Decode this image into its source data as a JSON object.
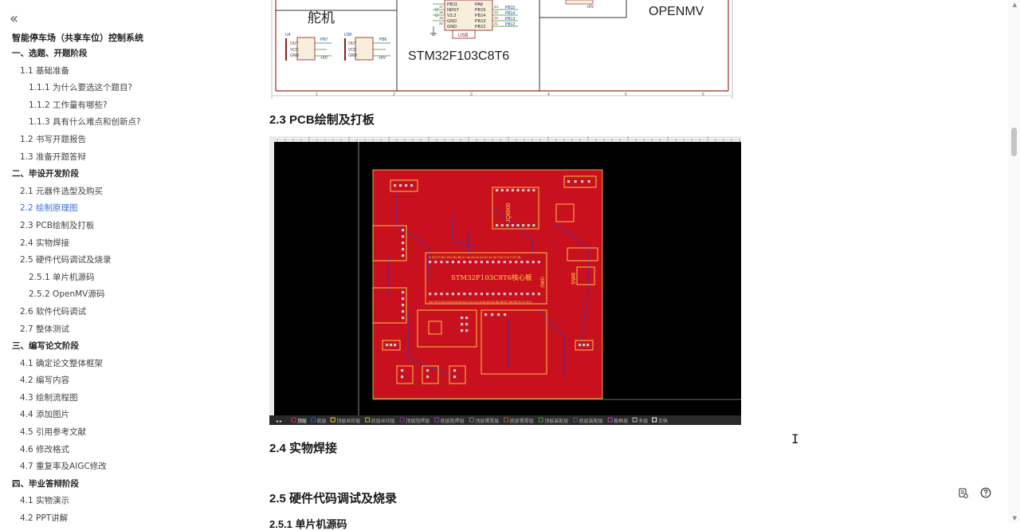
{
  "sidebar": {
    "collapse_icon": "«",
    "title": "智能停车场（共享车位）控制系统",
    "items": [
      {
        "label": "一、选题、开题阶段",
        "level": 1
      },
      {
        "label": "1.1 基础准备",
        "level": 2
      },
      {
        "label": "1.1.1 为什么要选这个题目?",
        "level": 3
      },
      {
        "label": "1.1.2 工作量有哪些?",
        "level": 3
      },
      {
        "label": "1.1.3 具有什么难点和创新点?",
        "level": 3
      },
      {
        "label": "1.2 书写开题报告",
        "level": 2
      },
      {
        "label": "1.3 准备开题答辩",
        "level": 2
      },
      {
        "label": "二、毕设开发阶段",
        "level": 1
      },
      {
        "label": "2.1 元器件选型及购买",
        "level": 2
      },
      {
        "label": "2.2 绘制原理图",
        "level": 2,
        "active": true
      },
      {
        "label": "2.3 PCB绘制及打板",
        "level": 2
      },
      {
        "label": "2.4 实物焊接",
        "level": 2
      },
      {
        "label": "2.5 硬件代码调试及烧录",
        "level": 2
      },
      {
        "label": "2.5.1 单片机源码",
        "level": 3
      },
      {
        "label": "2.5.2 OpenMV源码",
        "level": 3
      },
      {
        "label": "2.6 软件代码调试",
        "level": 2
      },
      {
        "label": "2.7 整体测试",
        "level": 2
      },
      {
        "label": "三、编写论文阶段",
        "level": 1
      },
      {
        "label": "4.1 确定论文整体框架",
        "level": 2
      },
      {
        "label": "4.2 编写内容",
        "level": 2
      },
      {
        "label": "4.3 绘制流程图",
        "level": 2
      },
      {
        "label": "4.4 添加图片",
        "level": 2
      },
      {
        "label": "4.5 引用参考文献",
        "level": 2
      },
      {
        "label": "4.6 修改格式",
        "level": 2
      },
      {
        "label": "4.7 重复率及AIGC修改",
        "level": 2
      },
      {
        "label": "四、毕业答辩阶段",
        "level": 1
      },
      {
        "label": "4.1 实物演示",
        "level": 2
      },
      {
        "label": "4.2 PPT讲解",
        "level": 2
      }
    ]
  },
  "schematic": {
    "servo_label": "舵机",
    "u4": "U4",
    "u38": "U38",
    "pb7": "PB7",
    "pb6": "PB6",
    "pin_out": "OUT",
    "pin_vcc": "VCC",
    "pin_gnd": "GND",
    "plus5v": "+5V",
    "mcu_label": "STM32F103C8T6",
    "openmv_label": "OPENMV",
    "usb_label": "USB",
    "mcu_pins_left": [
      "PB11",
      "NRST",
      "V3.3",
      "GND",
      "GND"
    ],
    "mcu_pins_left_num": [
      "17",
      "18",
      "19",
      "20"
    ],
    "mcu_pins_right": [
      "PA8",
      "PB15",
      "PB14",
      "PB13",
      "PB12"
    ],
    "mcu_pins_right_num": [
      "24",
      "23",
      "22",
      "21"
    ],
    "net_labels": [
      "PB15",
      "PB14",
      "PB13",
      "PB12"
    ],
    "col_numbers": [
      "1",
      "2",
      "3",
      "4",
      "5",
      "6"
    ]
  },
  "sections": {
    "s23": "2.3 PCB绘制及打板",
    "s24": "2.4 实物焊接",
    "s25": "2.5 硬件代码调试及烧录",
    "s251": "2.5.1 单片机源码"
  },
  "pcb": {
    "core_board": "STM32F103C8T6核心板",
    "jq_label": "JQ8900",
    "sw_label": "SW6",
    "swd_label": "SWD",
    "top_pins": "G  3V3 R  B11 B10 B1 B0 A7 A6 A5 A4 A3 A2 A1 A0 C15 C14 C13 VB",
    "bottom_pins": "B12 B13 B14 B15 A8 A9 A10 A11 A12 A15 B3 B4 B5 B6 B7 B8 B9 5V G 3V3",
    "layer_tabs": [
      "顶层",
      "底层",
      "顶层丝印层",
      "底层丝印层",
      "顶层阻焊层",
      "底层阻焊层",
      "顶层锡膏层",
      "底层锡膏层",
      "顶层装配层",
      "底层装配层",
      "板框层",
      "多层",
      "文档"
    ],
    "layer_colors": [
      "#e0223c",
      "#2f4fd0",
      "#e8d232",
      "#bcc030",
      "#8e2e92",
      "#8c40b0",
      "#7a7a7a",
      "#a06020",
      "#40a040",
      "#5050a0",
      "#c040c0",
      "#c0c0c0",
      "#ffffff"
    ]
  },
  "fab": {
    "doc_icon": "document-icon",
    "help_icon": "help-icon"
  }
}
